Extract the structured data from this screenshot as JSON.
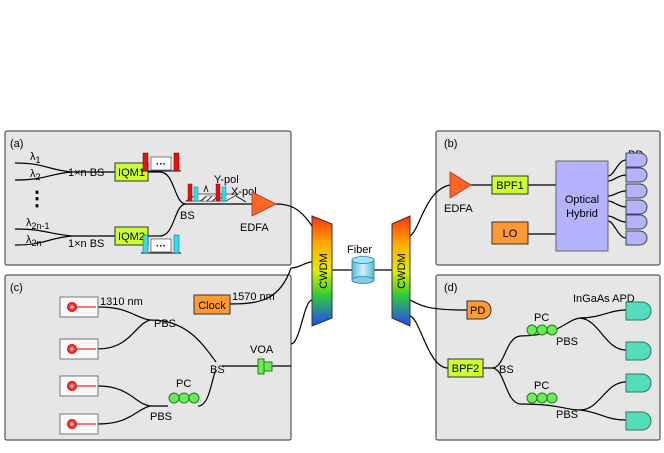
{
  "panels": {
    "a": "(a)",
    "b": "(b)",
    "c": "(c)",
    "d": "(d)"
  },
  "a": {
    "lambda": "λ",
    "sub1": "1",
    "sub2": "2",
    "subn1": "2n-1",
    "subn": "2n",
    "dots": "⋮",
    "bs_top": "1×n BS",
    "bs_bottom": "1×n BS",
    "iqm1": "IQM1",
    "iqm2": "IQM2",
    "bs": "BS",
    "ypol": "Y-pol",
    "xpol": "X-pol",
    "edfa": "EDFA",
    "ellipsis": "···"
  },
  "center": {
    "cwdm_left": "CWDM",
    "cwdm_right": "CWDM",
    "fiber": "Fiber"
  },
  "b": {
    "edfa": "EDFA",
    "bpf1": "BPF1",
    "lo": "LO",
    "hybrid_line1": "Optical",
    "hybrid_line2": "Hybrid",
    "bd": "BD"
  },
  "c": {
    "nm1310": "1310 nm",
    "clock": "Clock",
    "nm1570": "1570 nm",
    "pbs_top": "PBS",
    "pbs_bottom": "PBS",
    "pc": "PC",
    "bs": "BS",
    "voa": "VOA"
  },
  "d": {
    "pd": "PD",
    "apd": "InGaAs APD",
    "pc_top": "PC",
    "pc_bottom": "PC",
    "pbs_top": "PBS",
    "pbs_bottom": "PBS",
    "bpf2": "BPF2",
    "bs": "BS"
  },
  "colors": {
    "panel_bg": "#e6e6e6",
    "panel_border": "#555555",
    "green_box": "#ccff33",
    "orange_box": "#ff9933",
    "lavender_box": "#b3b3ff",
    "edfa_orange": "#ff6622",
    "pc_green": "#66ee55",
    "apd_teal": "#55ddbb",
    "red_bar": "#e81010",
    "cyan_bar": "#33ddee"
  }
}
